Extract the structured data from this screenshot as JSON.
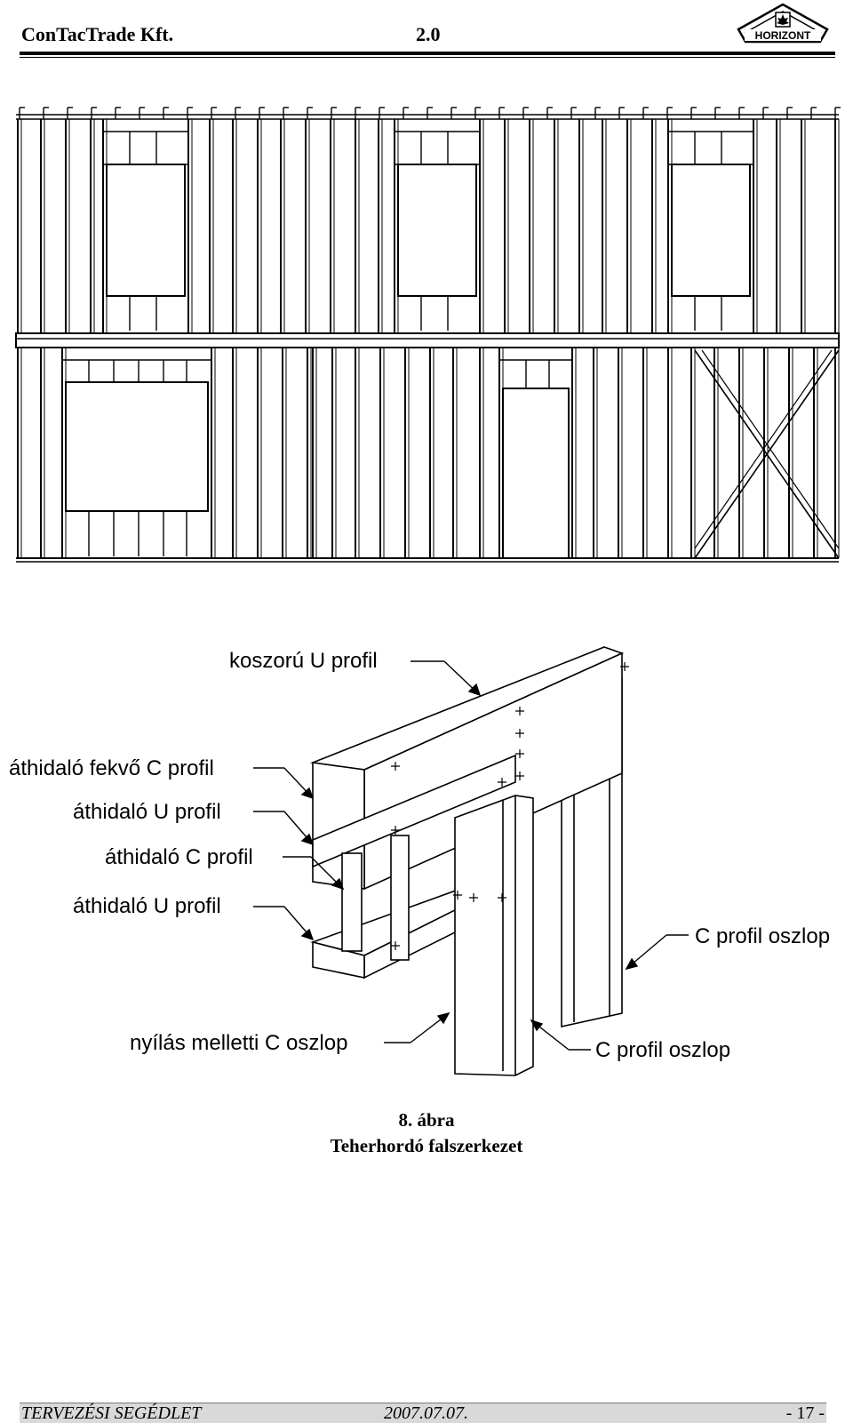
{
  "header": {
    "company": "ConTacTrade Kft.",
    "version": "2.0",
    "logo_text": "HORIZONT"
  },
  "figure": {
    "labels": {
      "koszoru": "koszorú U profil",
      "fekvo": "áthidaló fekvő C profil",
      "athidalo_u1": "áthidaló U profil",
      "athidalo_c": "áthidaló C profil",
      "athidalo_u2": "áthidaló U profil",
      "c_oszlop_right": "C profil oszlop",
      "nyilas": "nyílás melletti C oszlop",
      "c_oszlop_bottom": "C profil oszlop"
    }
  },
  "caption": {
    "number": "8. ábra",
    "title": "Teherhordó falszerkezet"
  },
  "footer": {
    "left": "TERVEZÉSI SEGÉDLET",
    "date": "2007.07.07.",
    "page": "- 17 -"
  }
}
